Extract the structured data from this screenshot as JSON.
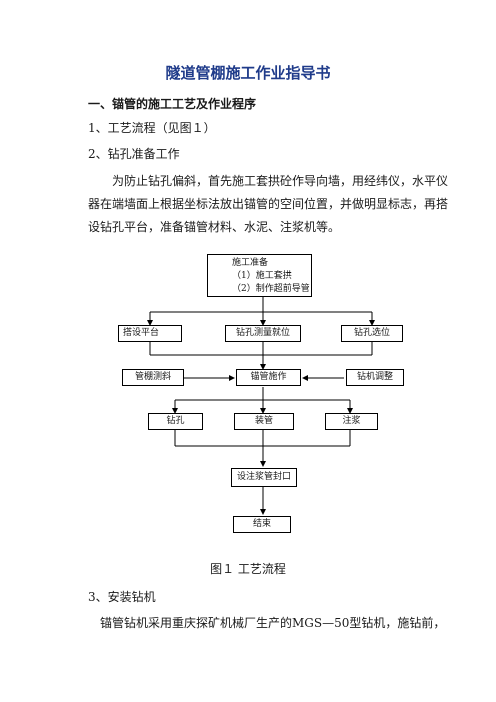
{
  "doc": {
    "title": "隧道管棚施工作业指导书",
    "section1": "一、锚管的施工工艺及作业程序",
    "item1": "1、工艺流程（见图１）",
    "item2": "2、钻孔准备工作",
    "paragraph1": [
      "为防止钻孔偏斜，首先施工套拱砼作导向墙，用经纬仪，水平仪",
      "器在端墙面上根据坐标法放出锚管的空间位置，并做明显标志，再搭",
      "设钻孔平台，准备锚管材料、水泥、注浆机等。"
    ],
    "figure_caption": "图１ 工艺流程",
    "item3": "3、安装钻机",
    "paragraph2": "锚管钻机采用重庆探矿机械厂生产的MGS—50型钻机，施钻前，"
  },
  "flowchart": {
    "start": [
      "施工准备",
      "（1）施工套拱",
      "（2）制作超前导管"
    ],
    "row1": [
      "搭设平台",
      "钻孔测量就位",
      "钻孔选位"
    ],
    "left_input": "管棚测斜",
    "center": "锚管施作",
    "right_input": "钻机调整",
    "row3": [
      "钻孔",
      "装管",
      "注浆"
    ],
    "seal": "设注浆管封口",
    "end": "结束"
  }
}
